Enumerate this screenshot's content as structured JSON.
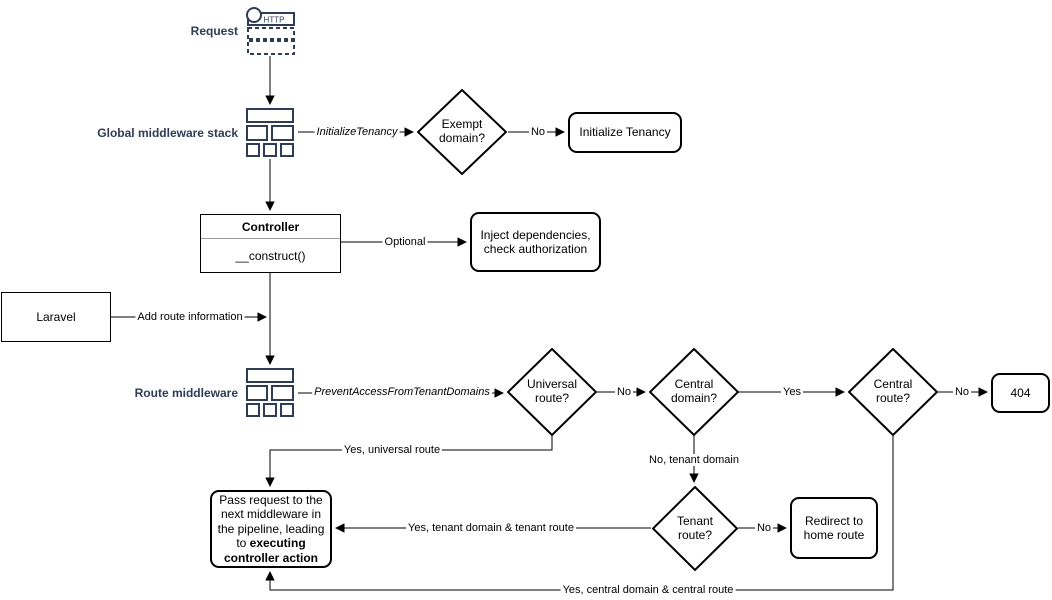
{
  "diagram": {
    "title_hint": "Laravel tenancy request lifecycle flowchart",
    "colors": {
      "background": "#ffffff",
      "shape_stroke": "#000000",
      "icon_and_caption_navy": "#2e3c55",
      "uml_divider_gray": "#999999"
    },
    "nodes": {
      "request": {
        "label": "Request",
        "http_text": "HTTP"
      },
      "global_middleware": {
        "label": "Global middleware stack"
      },
      "exempt_domain": {
        "label": "Exempt domain?"
      },
      "initialize_tenancy": {
        "label": "Initialize Tenancy"
      },
      "controller": {
        "title": "Controller",
        "method": "__construct()"
      },
      "inject": {
        "label": "Inject dependencies, check authorization"
      },
      "laravel": {
        "label": "Laravel"
      },
      "route_middleware": {
        "label": "Route middleware"
      },
      "universal_route": {
        "label": "Universal route?"
      },
      "central_domain": {
        "label": "Central domain?"
      },
      "central_route": {
        "label": "Central route?"
      },
      "not_found": {
        "label": "404"
      },
      "tenant_route": {
        "label": "Tenant route?"
      },
      "redirect_home": {
        "label": "Redirect to home route"
      },
      "pass_request": {
        "text_normal": "Pass request to the next middleware in the pipeline, leading to ",
        "text_bold": "executing controller action"
      }
    },
    "edges": {
      "init_tenancy_mw": {
        "label": "InitializeTenancy",
        "style": "italic"
      },
      "exempt_no": {
        "label": "No"
      },
      "optional": {
        "label": "Optional"
      },
      "add_route": {
        "label": "Add route information"
      },
      "prevent_access_mw": {
        "label": "PreventAccessFromTenantDomains",
        "style": "italic"
      },
      "universal_no": {
        "label": "No"
      },
      "universal_yes": {
        "label": "Yes, universal route"
      },
      "central_domain_yes": {
        "label": "Yes"
      },
      "central_domain_no": {
        "label": "No, tenant domain"
      },
      "central_route_no": {
        "label": "No"
      },
      "central_route_yes": {
        "label": "Yes, central domain & central route"
      },
      "tenant_no": {
        "label": "No"
      },
      "tenant_yes": {
        "label": "Yes, tenant domain & tenant route"
      }
    }
  }
}
